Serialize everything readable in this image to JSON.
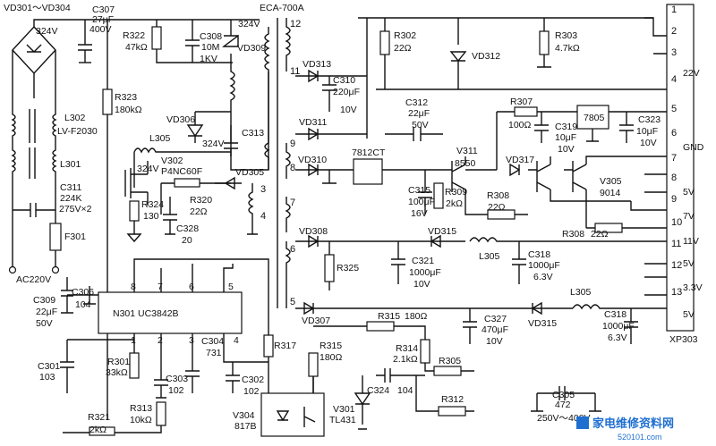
{
  "labels": {
    "vd301_304": "VD301～VD304",
    "v324a": "324V",
    "c307": "C307",
    "c307v": "27μF",
    "c307w": "400V",
    "r322": "R322",
    "r322v": "47kΩ",
    "c308": "C308",
    "c308v": "10M",
    "c308w": "1KV",
    "v324b": "324V",
    "vd309": "VD309",
    "eca": "ECA-700A",
    "p12": "12",
    "p11": "11",
    "vd313": "VD313",
    "c310": "C310",
    "c310v": "220μF",
    "c310w": "10V",
    "r302": "R302",
    "r302v": "22Ω",
    "vd312": "VD312",
    "r303": "R303",
    "r303v": "4.7kΩ",
    "c312": "C312",
    "c312v": "22μF",
    "c312w": "50V",
    "r307": "R307",
    "r307v": "100Ω",
    "reg7805": "7805",
    "c319": "C319",
    "c319v": "10μF",
    "c319w": "10V",
    "c323": "C323",
    "c323v": "10μF",
    "c323w": "10V",
    "r323": "R323",
    "r323v": "180kΩ",
    "l302": "L302",
    "l302v": "LV-F2030",
    "l301": "L301",
    "vd306": "VD306",
    "v324c": "324V",
    "c313": "C313",
    "vd311": "VD311",
    "p9": "9",
    "l305a": "L305",
    "v324d": "324V",
    "v302": "V302",
    "v302v": "P4NC60F",
    "vd310": "VD310",
    "p8": "8",
    "reg7812": "7812CT",
    "v311": "V311",
    "v311v": "8550",
    "vd317": "VD317",
    "v305": "V305",
    "v305v": "9014",
    "c311": "C311",
    "c311v": "224K",
    "c311w": "275V×2",
    "r324": "R324",
    "r324v": "130",
    "r320": "R320",
    "r320v": "22Ω",
    "c328": "C328",
    "c328v": "20",
    "vd305": "VD305",
    "p3": "3",
    "p4": "4",
    "p7": "7",
    "c315": "C315",
    "c315v": "100μF",
    "c315w": "16V",
    "r309": "R309",
    "r309v": "2kΩ",
    "r308a": "R308",
    "r308av": "22Ω",
    "r308b": "R308",
    "r308bv": "22Ω",
    "f301": "F301",
    "vd308": "VD308",
    "p6": "6",
    "r325": "R325",
    "vd315a": "VD315",
    "l305b": "L305",
    "c318a": "C318",
    "c318av": "1000μF",
    "c318aw": "6.3V",
    "c321": "C321",
    "c321v": "1000μF",
    "c321w": "10V",
    "ac": "AC220V",
    "c309": "C309",
    "c309v": "22μF",
    "c309w": "50V",
    "c306": "C306",
    "c306v": "104",
    "ic": "N301  UC3842B",
    "p5": "5",
    "l305c": "L305",
    "vd307": "VD307",
    "r315a": "R315",
    "r315av": "180Ω",
    "c327": "C327",
    "c327v": "470μF",
    "c327w": "10V",
    "vd315b": "VD315",
    "c318b": "C318",
    "c318bv": "1000μF",
    "c318bw": "6.3V",
    "c304": "C304",
    "c304v": "731",
    "r317": "R317",
    "r315b": "R315",
    "r315bv": "180Ω",
    "r314": "R314",
    "r314v": "2.1kΩ",
    "r305": "R305",
    "c301": "C301",
    "c301v": "103",
    "r301": "R301",
    "r301v": "33kΩ",
    "c303": "C303",
    "c303v": "102",
    "c302": "C302",
    "c302v": "102",
    "c324": "C324",
    "c324v": "104",
    "r312": "R312",
    "c305": "C305",
    "c305v": "472",
    "c305w": "250V～400V",
    "r313": "R313",
    "r313v": "10kΩ",
    "v304": "V304",
    "v304v": "817B",
    "v301": "V301",
    "v301v": "TL431",
    "r321": "R321",
    "r321v": "2kΩ",
    "xp303": "XP303"
  },
  "connector": {
    "pins": [
      "1",
      "2",
      "3",
      "4",
      "5",
      "6",
      "7",
      "8",
      "9",
      "10",
      "11",
      "12",
      "13"
    ],
    "signals": [
      "22V",
      "GND",
      "5V",
      "7V",
      "11V",
      "5V",
      "3.3V",
      "5V"
    ]
  },
  "ic_pins": [
    "8",
    "7",
    "6",
    "5",
    "1",
    "2",
    "3",
    "4"
  ],
  "watermark": {
    "main": "家电维修资料网",
    "url": "520101.com"
  }
}
